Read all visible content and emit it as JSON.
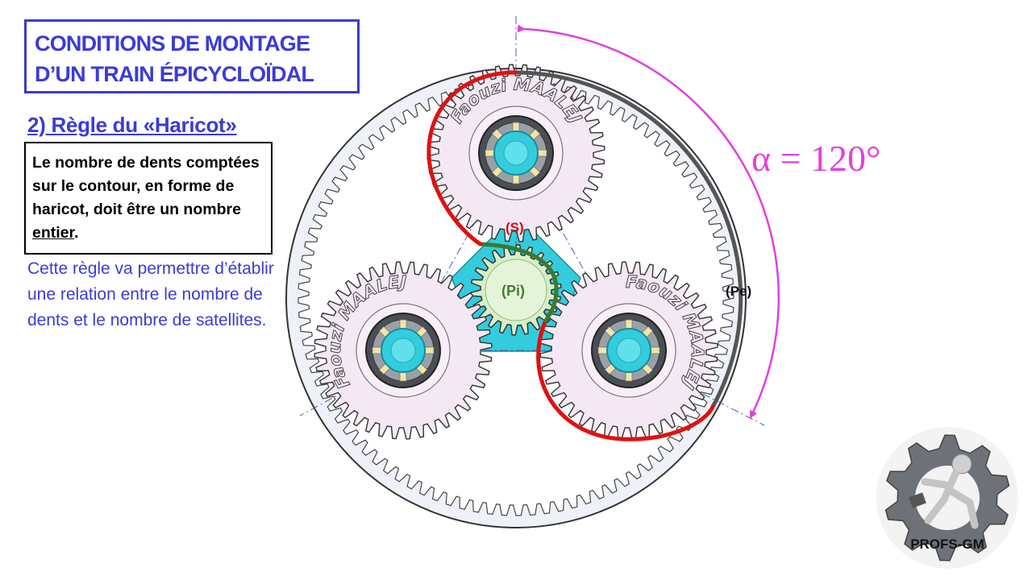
{
  "title": {
    "line1": "CONDITIONS DE MONTAGE",
    "line2": "D’UN TRAIN ÉPICYCLOÏDAL"
  },
  "section_title": "2) Règle du «Haricot»",
  "rule": {
    "text_before": "Le nombre de dents comptées sur le contour, en forme de haricot, doit être un nombre ",
    "emphasis": "entier",
    "text_after": "."
  },
  "explanation": "Cette règle va permettre d’établir une relation entre le nombre de dents et le nombre de satellites.",
  "diagram": {
    "angle_label": "α = 120°",
    "labels": {
      "satellite": "(S)",
      "sun": "(Pi)",
      "ring": "(Pe)"
    },
    "engraving": "Faouzi MAALEJ"
  },
  "logo": {
    "text": "PROFS-GM"
  },
  "colors": {
    "title_blue": "#3b3bd6",
    "contour_red": "#e01010",
    "contour_green": "#3a7a30",
    "contour_grey": "#555555",
    "angle_magenta": "#e040e0",
    "carrier_cyan": "#33ccdd",
    "ring_fill": "#eef2f8",
    "satellite_fill": "#f3e8f4",
    "sun_fill": "#d8efc8"
  }
}
